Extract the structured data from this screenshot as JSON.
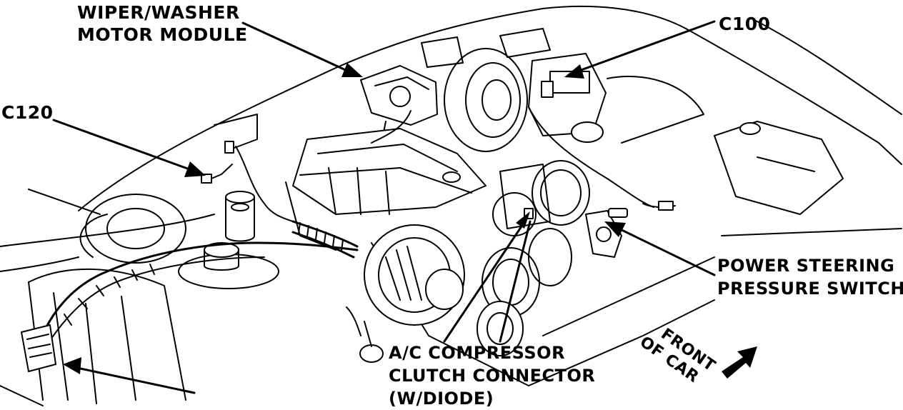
{
  "labels": {
    "wiper_line1": "WIPER/WASHER",
    "wiper_line2": "MOTOR MODULE",
    "c100": "C100",
    "c120": "C120",
    "ps_line1": "POWER STEERING",
    "ps_line2": "PRESSURE SWITCH",
    "ac_line1": "A/C COMPRESSOR",
    "ac_line2": "CLUTCH CONNECTOR",
    "ac_line3": "(W/DIODE)",
    "front_line1": "FRONT",
    "front_line2": "OF CAR"
  }
}
